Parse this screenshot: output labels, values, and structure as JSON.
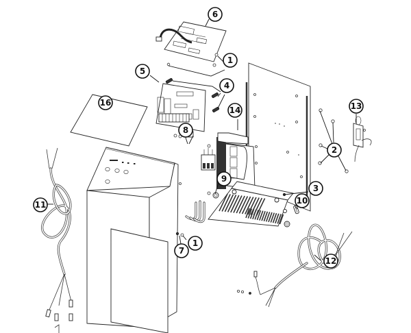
{
  "diagram": {
    "type": "exploded-parts-view",
    "callouts": [
      {
        "id": "c6",
        "label": "6",
        "part": "upper-control-board"
      },
      {
        "id": "c1a",
        "label": "1",
        "part": "board-standoff-screws"
      },
      {
        "id": "c5",
        "label": "5",
        "part": "main-control-board"
      },
      {
        "id": "c4",
        "label": "4",
        "part": "board-spacers"
      },
      {
        "id": "c16",
        "label": "16",
        "part": "top-label-panel"
      },
      {
        "id": "c8",
        "label": "8",
        "part": "terminal-fasteners"
      },
      {
        "id": "c14",
        "label": "14",
        "part": "transformer"
      },
      {
        "id": "c13",
        "label": "13",
        "part": "switch-bracket-assembly"
      },
      {
        "id": "c2",
        "label": "2",
        "part": "panel-mounting-screws"
      },
      {
        "id": "c9",
        "label": "9",
        "part": "strain-relief-bushing"
      },
      {
        "id": "c3",
        "label": "3",
        "part": "base-plate-screw"
      },
      {
        "id": "c10",
        "label": "10",
        "part": "fuse-holder"
      },
      {
        "id": "c11",
        "label": "11",
        "part": "input-cord"
      },
      {
        "id": "c1b",
        "label": "1",
        "part": "cover-screw"
      },
      {
        "id": "c7",
        "label": "7",
        "part": "cover-washer"
      },
      {
        "id": "c12",
        "label": "12",
        "part": "output-cord"
      }
    ]
  }
}
